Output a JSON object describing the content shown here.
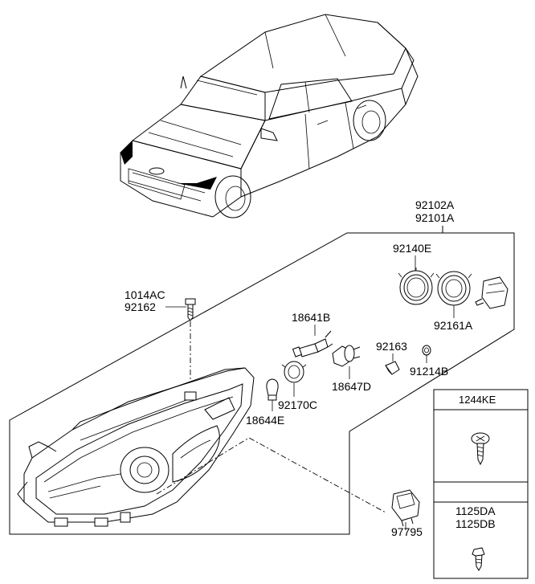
{
  "parts": {
    "assembly_rh": "92102A",
    "assembly_lh": "92101A",
    "bulb_socket_cover_a": "92140E",
    "bulb_socket_cover_b": "92161A",
    "screw_code": "1014AC",
    "screw_part": "92162",
    "bulb_a": "18641B",
    "bulb_d": "18647D",
    "bulb_e": "18644E",
    "socket_c": "92170C",
    "socket_92163": "92163",
    "socket_b": "91214B",
    "connector": "97795"
  },
  "legend": {
    "box1_title": "1244KE",
    "box2_title_1": "1125DA",
    "box2_title_2": "1125DB"
  }
}
